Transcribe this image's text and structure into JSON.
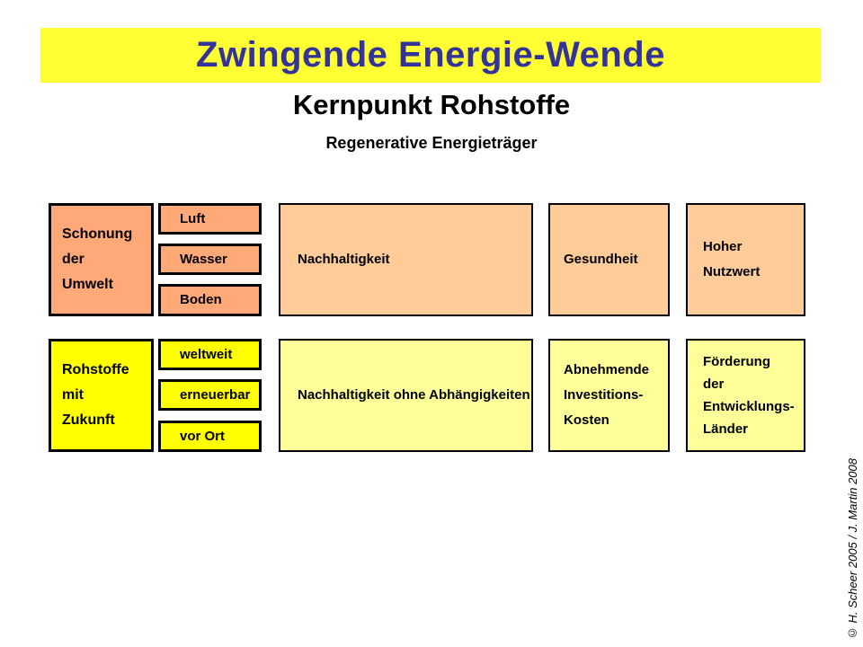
{
  "title_bar": {
    "text": "Zwingende Energie-Wende",
    "bg_color": "#FFFF33",
    "text_color": "#333399"
  },
  "subtitle": "Kernpunkt Rohstoffe",
  "section_heading": "Regenerative Energieträger",
  "colors": {
    "page_bg": "#FFFFFF",
    "row1_accent": "#FFA878",
    "row1_panel": "#FFCC99",
    "row2_accent": "#FFFF00",
    "row2_panel": "#FFFF99",
    "border": "#000000",
    "text": "#000000"
  },
  "rows": [
    {
      "lead": {
        "lines": [
          "Schonung",
          "der",
          "Umwelt"
        ]
      },
      "tags": [
        "Luft",
        "Wasser",
        "Boden"
      ],
      "panels": [
        {
          "lines": [
            "Nachhaltigkeit"
          ]
        },
        {
          "lines": [
            "Gesundheit"
          ]
        },
        {
          "lines": [
            "Hoher",
            "Nutzwert"
          ]
        }
      ]
    },
    {
      "lead": {
        "lines": [
          "Rohstoffe",
          "mit",
          "Zukunft"
        ]
      },
      "tags": [
        "weltweit",
        "erneuerbar",
        "vor Ort"
      ],
      "panels": [
        {
          "lines": [
            "Nachhaltigkeit ohne Abhängigkeiten"
          ]
        },
        {
          "lines": [
            "Abnehmende",
            "Investitions-",
            "Kosten"
          ]
        },
        {
          "lines": [
            "Förderung",
            "der",
            "Entwicklungs-",
            "Länder"
          ]
        }
      ]
    }
  ],
  "copyright": "© H. Scheer 2005 / J. Martin 2008"
}
